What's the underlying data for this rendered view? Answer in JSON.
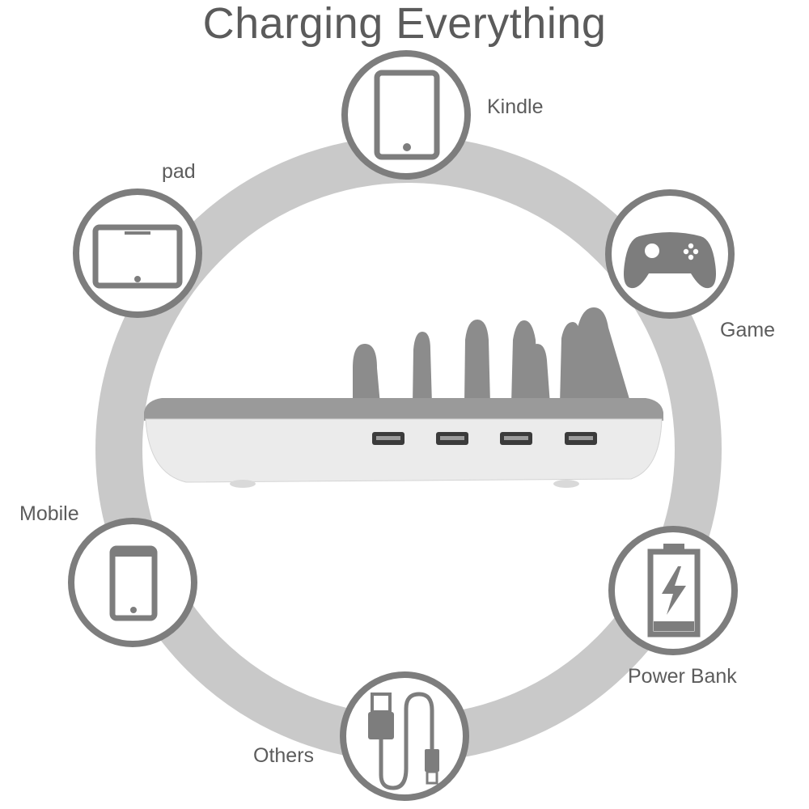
{
  "title": "Charging Everything",
  "devices": [
    {
      "label": "Kindle",
      "icon": "kindle-tablet-icon"
    },
    {
      "label": "pad",
      "icon": "landscape-tablet-icon"
    },
    {
      "label": "Game",
      "icon": "game-controller-icon"
    },
    {
      "label": "Mobile",
      "icon": "mobile-phone-icon"
    },
    {
      "label": "Power Bank",
      "icon": "power-bank-battery-icon"
    },
    {
      "label": "Others",
      "icon": "usb-cable-icon"
    }
  ],
  "colors": {
    "ring": "#c9c9c9",
    "icon": "#7d7d7d",
    "text": "#5c5c5c",
    "station_body": "#ebebeb",
    "station_top": "#9a9a9a"
  }
}
